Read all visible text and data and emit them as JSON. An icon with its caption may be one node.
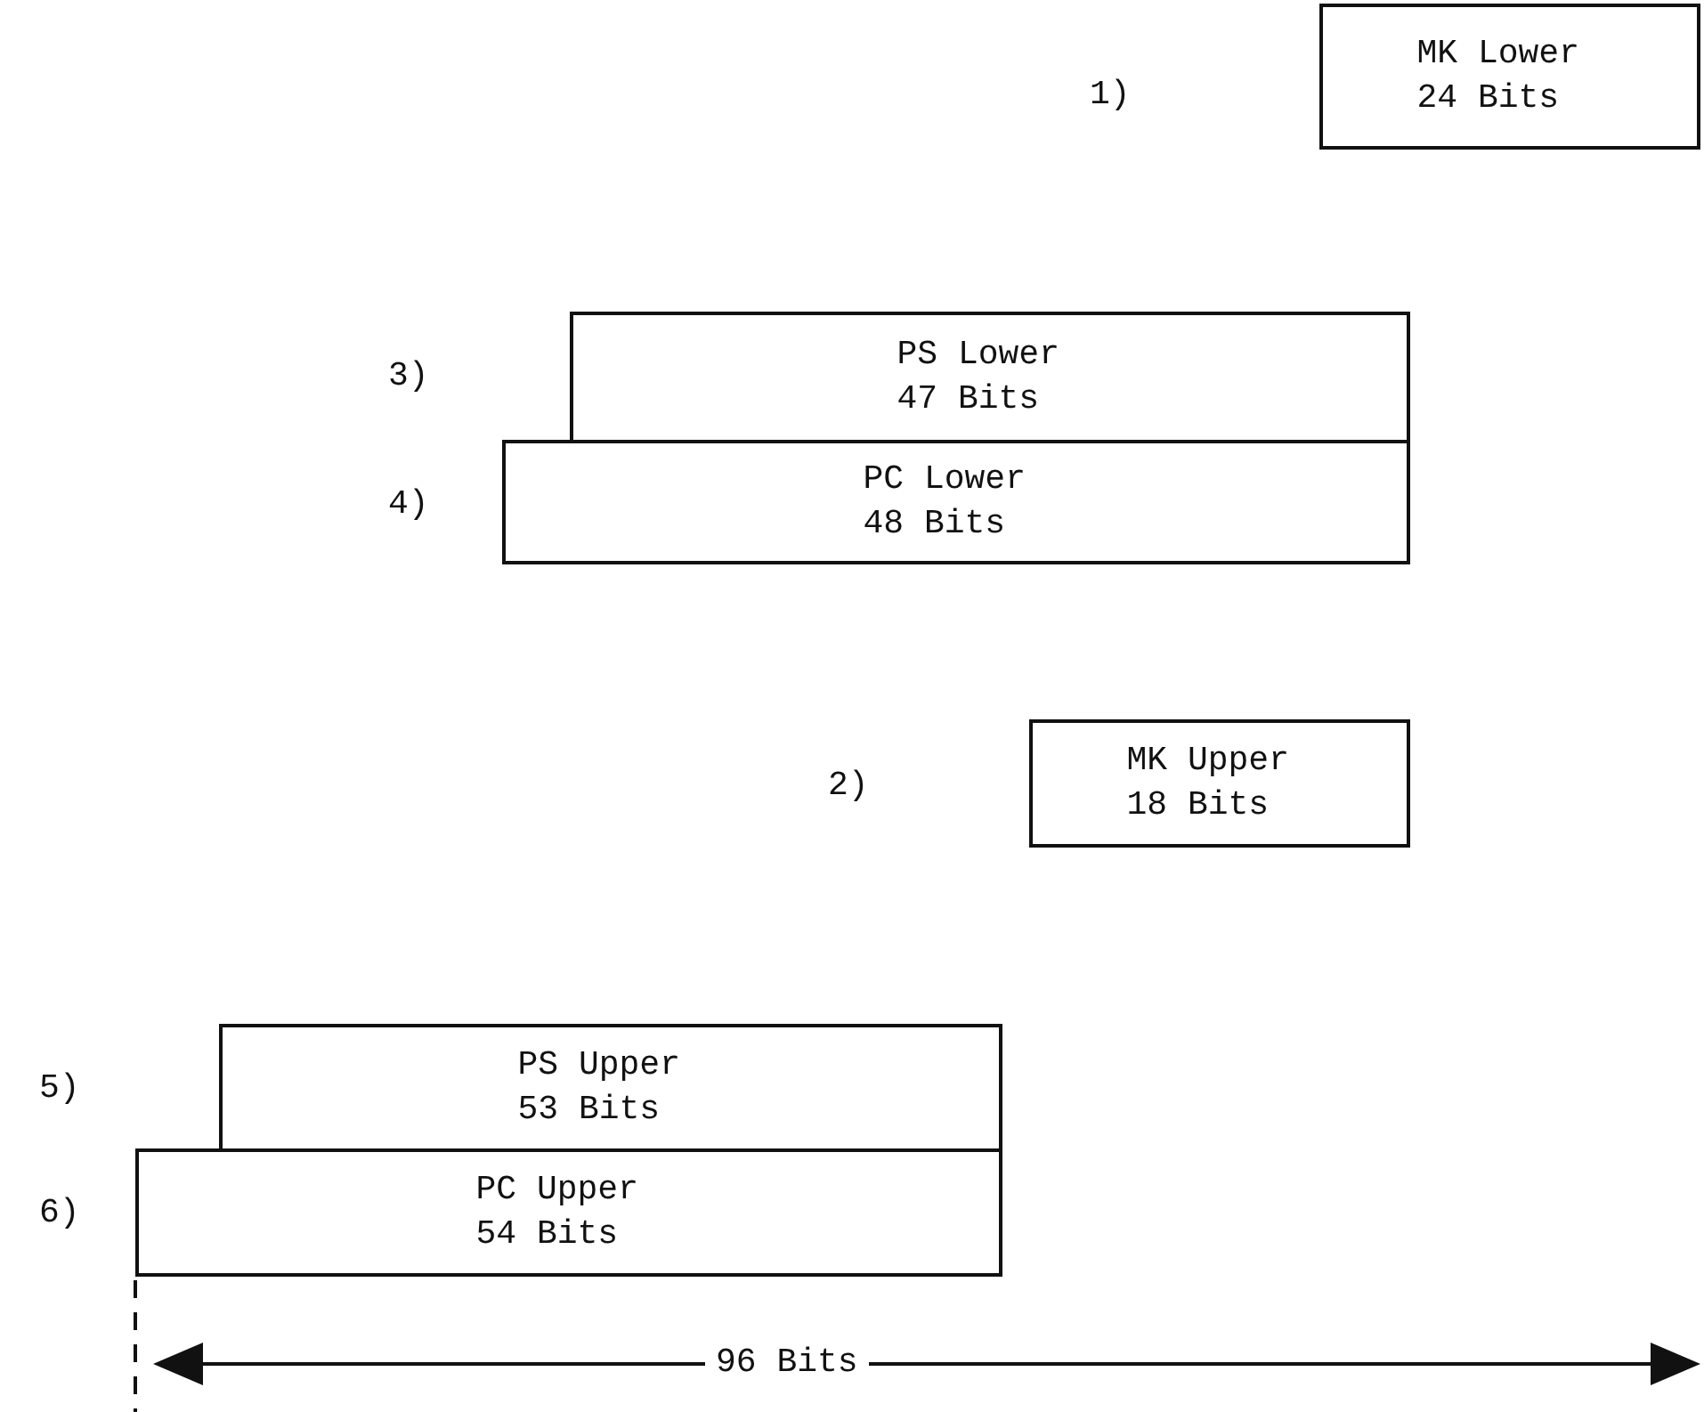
{
  "diagram": {
    "nodes": [
      {
        "text": [
          "MK Lower 24 Bits"
        ]
      },
      {
        "text": [
          "PS Lower 47 Bits"
        ]
      },
      {
        "text": [
          "PC Lower 48 Bits"
        ]
      },
      {
        "text": [
          "MK Upper 18 Bits"
        ]
      },
      {
        "text": [
          "PS Upper 53 Bits"
        ]
      },
      {
        "text": [
          "PC Upper 54 Bits"
        ]
      }
    ],
    "labels": [
      "1)",
      "3)",
      "4)",
      "2)",
      "5)",
      "6)",
      "96 Bits"
    ]
  }
}
